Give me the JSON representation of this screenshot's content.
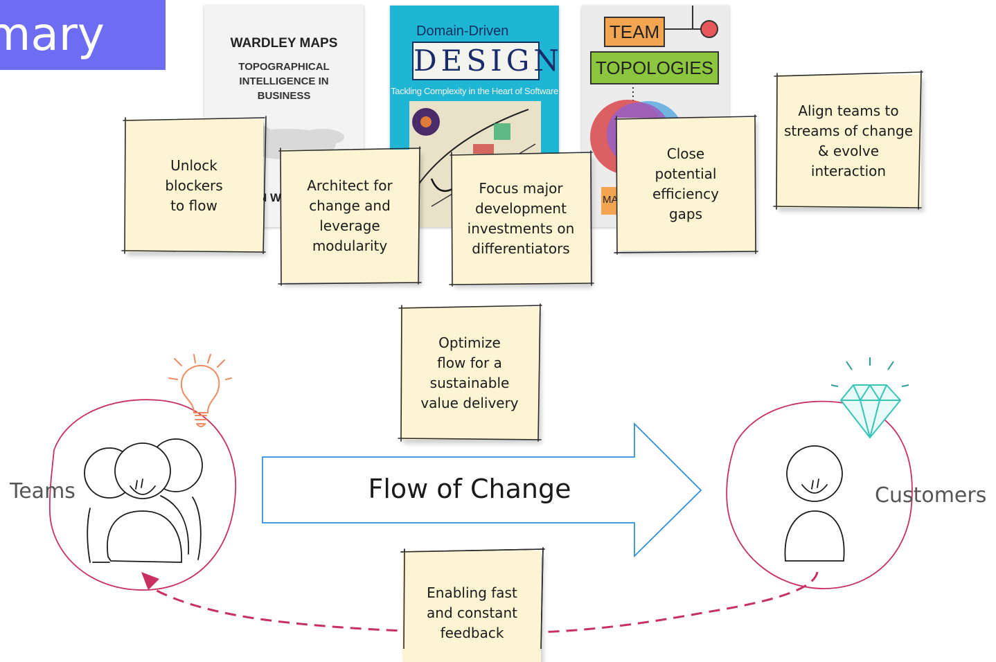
{
  "title": "mary",
  "books": {
    "wardley": {
      "title": "WARDLEY MAPS",
      "subtitle": "TOPOGRAPHICAL INTELLIGENCE IN BUSINESS",
      "author_fragment": "N W"
    },
    "ddd": {
      "overline": "Domain-Driven",
      "title": "DESIGN",
      "subtitle": "Tackling Complexity in the Heart of Software"
    },
    "team_topologies": {
      "title_top": "TEAM",
      "title_bottom": "TOPOLOGIES",
      "author_fragment": "MA"
    }
  },
  "notes": [
    "Unlock\nblockers\nto flow",
    "Architect for\nchange and\nleverage\nmodularity",
    "Focus major\ndevelopment\ninvestments on\ndifferentiators",
    "Close\npotential\nefficiency\ngaps",
    "Align teams to\nstreams of change\n& evolve\ninteraction",
    "Optimize\nflow for a\nsustainable\nvalue delivery",
    "Enabling fast\nand constant\nfeedback"
  ],
  "diagram": {
    "teams_label": "Teams",
    "customers_label": "Customers",
    "arrow_label": "Flow of Change"
  },
  "colors": {
    "title_background": "#6d6cf2",
    "note_fill": "#fcf4d2",
    "circle_stroke": "#c8305f",
    "arrow_stroke": "#2f8fd8",
    "bulb": "#f08a5d",
    "diamond": "#35c4b8"
  }
}
